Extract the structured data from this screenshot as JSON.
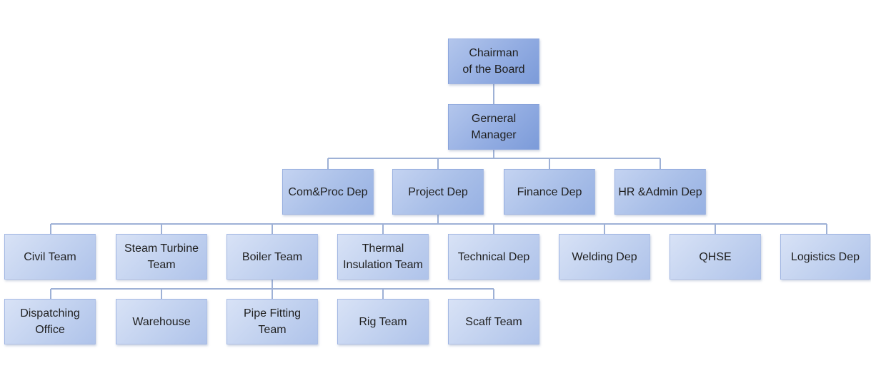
{
  "chart": {
    "chairman": "Chairman\nof the Board",
    "general_manager": "Gerneral\nManager",
    "departments": [
      "Com&Proc Dep",
      "Project Dep",
      "Finance Dep",
      "HR &Admin Dep"
    ],
    "project_units": [
      "Civil Team",
      "Steam Turbine\nTeam",
      "Boiler Team",
      "Thermal\nInsulation Team",
      "Technical Dep",
      "Welding Dep",
      "QHSE",
      "Logistics Dep"
    ],
    "boiler_units": [
      "Dispatching\nOffice",
      "Warehouse",
      "Pipe Fitting\nTeam",
      "Rig Team",
      "Scaff Team"
    ]
  },
  "colors": {
    "top_box": "#93ade2",
    "dept_box": "#a9bfe8",
    "team_box": "#c1d1ef",
    "connector": "#a8b8d8"
  }
}
